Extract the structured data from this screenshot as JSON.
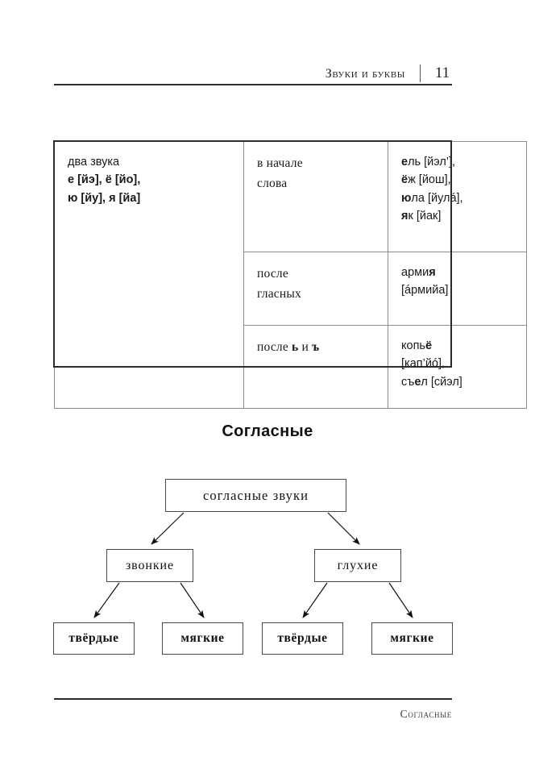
{
  "page": {
    "running_head_title": "Звуки и буквы",
    "page_number": "11",
    "footer_text": "Согласные",
    "ink_color": "#1a1a1a",
    "rule_color": "#2b2b2b",
    "table_border_color": "#8c8c8c"
  },
  "vowel_table": {
    "left_cell": {
      "line1": "два звука",
      "line2": "е [йэ], ё [йо],",
      "line3": "ю [йу], я [йа]"
    },
    "rows": [
      {
        "condition_line1": "в начале",
        "condition_line2": "слова",
        "examples": [
          {
            "bold": "е",
            "rest": "ль [йэл’],"
          },
          {
            "bold": "ё",
            "rest": "ж [йош],"
          },
          {
            "bold": "ю",
            "rest": "ла [йулá],"
          },
          {
            "bold": "я",
            "rest": "к [йак]"
          }
        ]
      },
      {
        "condition_line1": "после",
        "condition_line2": "гласных",
        "examples": [
          {
            "rest": "арми",
            "bold_suffix": "я"
          },
          {
            "rest": "[áрмийа]"
          }
        ]
      },
      {
        "condition_prefix": "после ",
        "condition_bold1": "ь",
        "condition_middle": " и ",
        "condition_bold2": "ъ",
        "examples": [
          {
            "rest": "копь",
            "bold_suffix": "ё"
          },
          {
            "rest": "[кап’йó],"
          },
          {
            "prefix": "съ",
            "bold": "е",
            "rest": "л [сйэл]"
          }
        ]
      }
    ]
  },
  "consonants_section": {
    "heading": "Согласные",
    "tree": {
      "root": "согласные звуки",
      "level2": [
        "звонкие",
        "глухие"
      ],
      "leaves": [
        "твёрдые",
        "мягкие",
        "твёрдые",
        "мягкие"
      ]
    }
  }
}
